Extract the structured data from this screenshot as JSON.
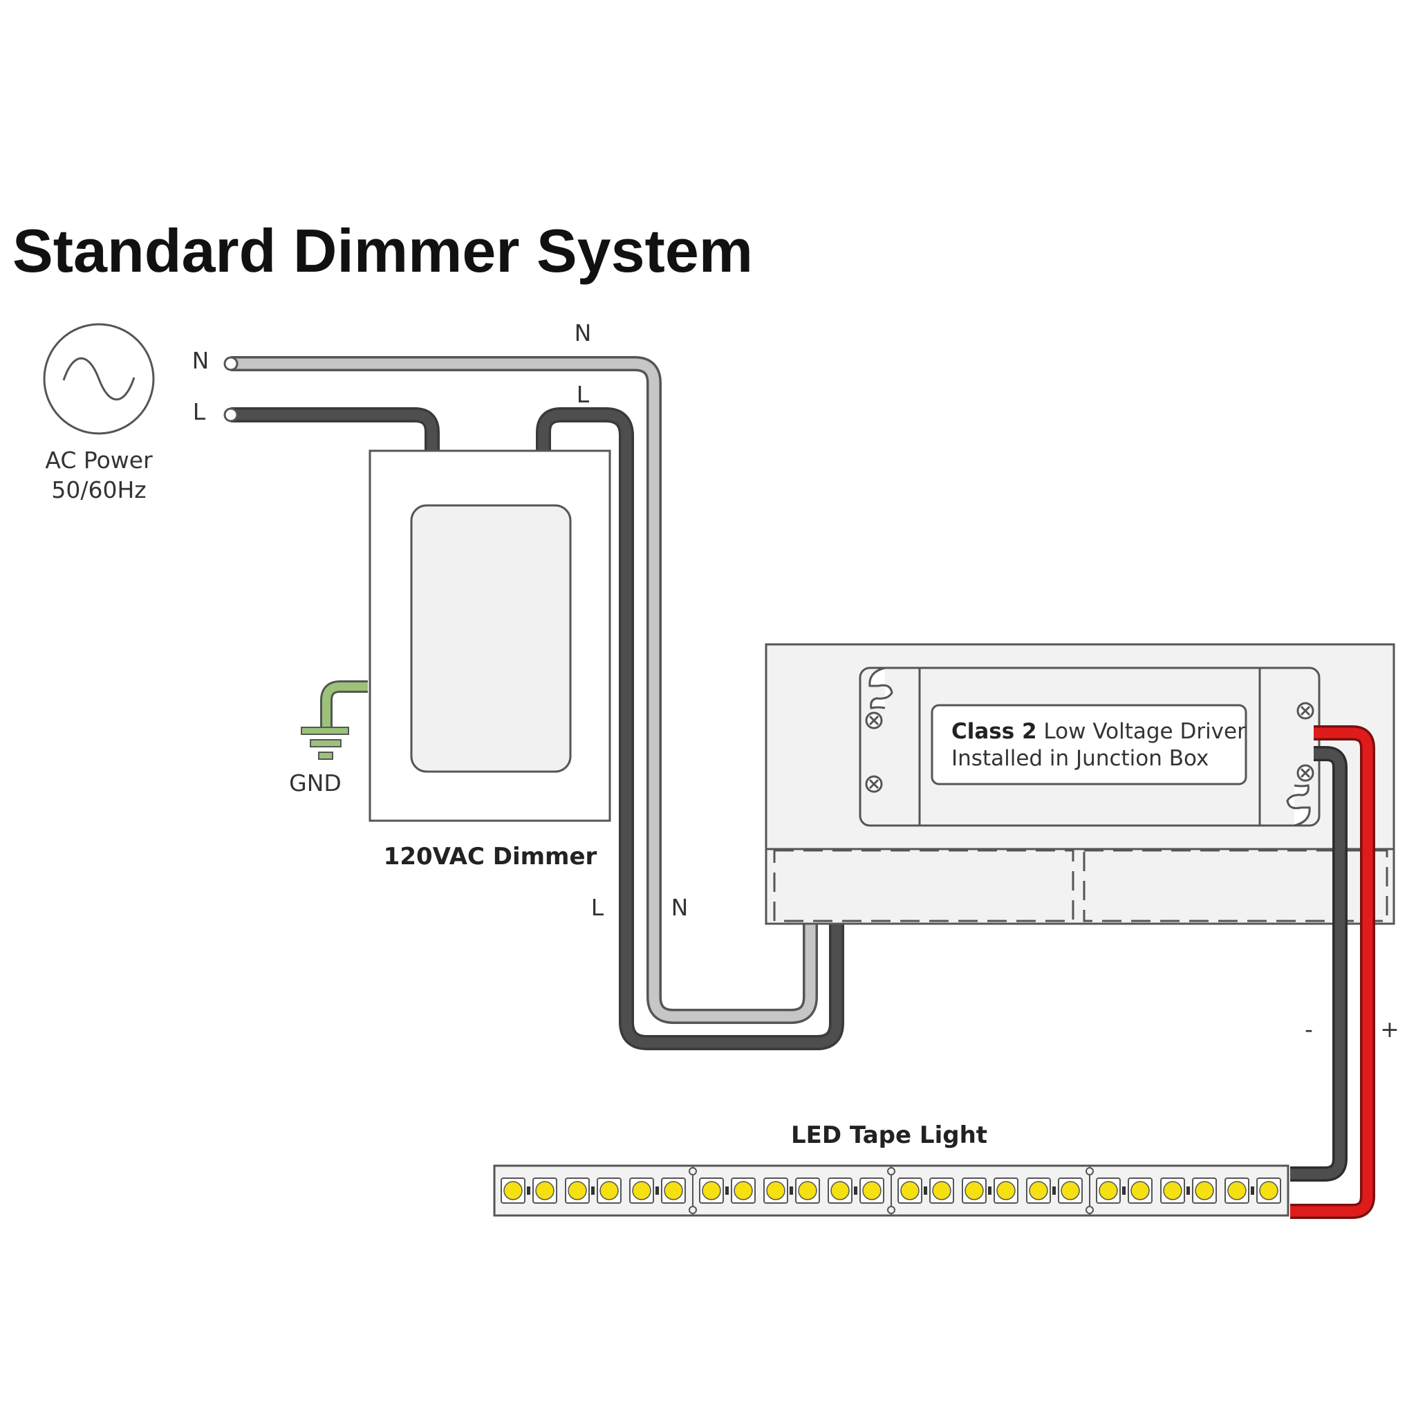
{
  "title": "Standard Dimmer System",
  "ac_source": {
    "label_line1": "AC Power",
    "label_line2": "50/60Hz",
    "terminal_n": "N",
    "terminal_l": "L"
  },
  "dimmer": {
    "label": "120VAC Dimmer",
    "ground_label": "GND"
  },
  "wire_labels": {
    "top_n": "N",
    "top_l": "L",
    "bottom_l": "L",
    "bottom_n": "N",
    "negative": "-",
    "positive": "+"
  },
  "driver": {
    "label_bold": "Class 2",
    "label_rest": " Low Voltage Driver",
    "label_line2": "Installed in Junction Box"
  },
  "led_tape": {
    "label": "LED Tape Light"
  },
  "colors": {
    "neutral_wire": "#c6c6c6",
    "line_wire": "#4a4a4a",
    "ground_wire": "#9cc27a",
    "positive_wire": "#e01b1b",
    "led": "#f5e012"
  }
}
